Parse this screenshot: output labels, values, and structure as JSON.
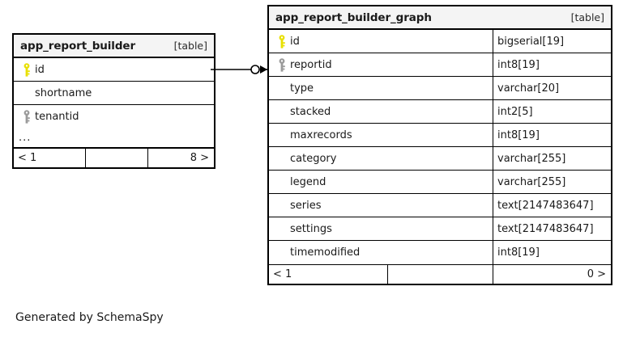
{
  "diagram": {
    "caption": "Generated by SchemaSpy",
    "key_colors": {
      "primary_key": "#e8e000",
      "index_key": "#9a9a9a"
    },
    "relationship": {
      "from_table": "app_report_builder",
      "from_column": "id",
      "to_table": "app_report_builder_graph",
      "to_column": "reportid",
      "source_marker": "zero-circle-icon",
      "target_marker": "crowsfoot-arrow-icon"
    }
  },
  "tables": [
    {
      "name": "app_report_builder",
      "tag": "[table]",
      "type_column_visible": false,
      "rows": [
        {
          "key": "primary",
          "name": "id",
          "type": ""
        },
        {
          "key": "none",
          "name": "shortname",
          "type": ""
        },
        {
          "key": "index",
          "name": "tenantid",
          "type": ""
        }
      ],
      "ellipsis": "...",
      "footer": {
        "prev": "< 1",
        "middle": "",
        "next": "8 >"
      }
    },
    {
      "name": "app_report_builder_graph",
      "tag": "[table]",
      "type_column_visible": true,
      "rows": [
        {
          "key": "primary",
          "name": "id",
          "type": "bigserial[19]"
        },
        {
          "key": "index",
          "name": "reportid",
          "type": "int8[19]"
        },
        {
          "key": "none",
          "name": "type",
          "type": "varchar[20]"
        },
        {
          "key": "none",
          "name": "stacked",
          "type": "int2[5]"
        },
        {
          "key": "none",
          "name": "maxrecords",
          "type": "int8[19]"
        },
        {
          "key": "none",
          "name": "category",
          "type": "varchar[255]"
        },
        {
          "key": "none",
          "name": "legend",
          "type": "varchar[255]"
        },
        {
          "key": "none",
          "name": "series",
          "type": "text[2147483647]"
        },
        {
          "key": "none",
          "name": "settings",
          "type": "text[2147483647]"
        },
        {
          "key": "none",
          "name": "timemodified",
          "type": "int8[19]"
        }
      ],
      "ellipsis": null,
      "footer": {
        "prev": "< 1",
        "middle": "",
        "next": "0 >"
      }
    }
  ]
}
